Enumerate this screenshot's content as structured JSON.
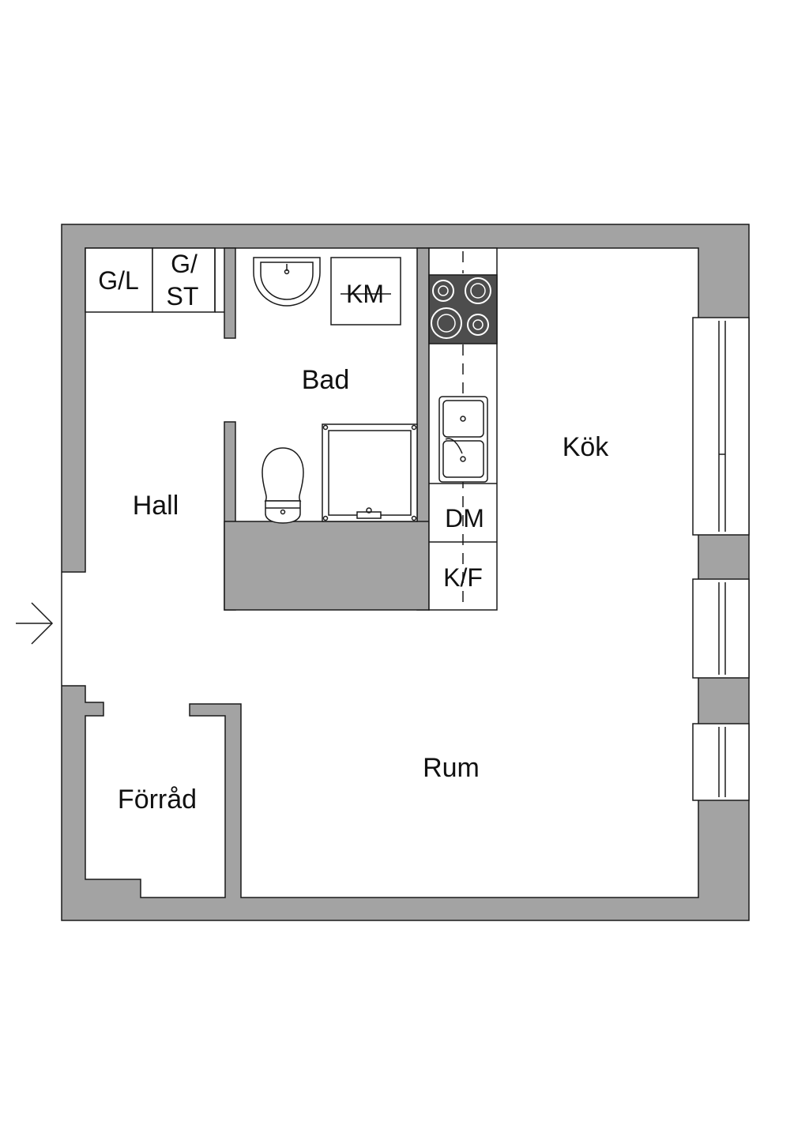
{
  "rooms": {
    "bad": "Bad",
    "kok": "Kök",
    "hall": "Hall",
    "rum": "Rum",
    "forrad": "Förråd"
  },
  "fixtures": {
    "gl": "G/L",
    "gst_line1": "G/",
    "gst_line2": "ST",
    "km": "KM",
    "dm": "DM",
    "kf": "K/F"
  },
  "colors": {
    "wall": "#a3a3a3",
    "stove": "#4d4d4d",
    "line": "#1a1a1a"
  },
  "icons": {
    "entrance": "arrow-right-icon",
    "stove": "stove-icon",
    "sink": "double-sink-icon",
    "washbasin": "washbasin-icon",
    "toilet": "toilet-icon",
    "shower": "shower-icon"
  }
}
